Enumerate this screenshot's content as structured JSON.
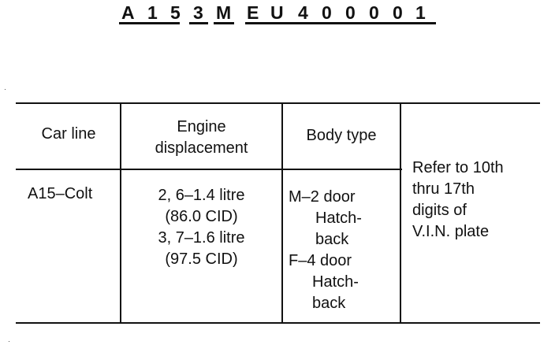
{
  "code": {
    "characters": [
      "A",
      "1",
      "5",
      "3",
      "M",
      "E",
      "U",
      "4",
      "0",
      "0",
      "0",
      "0",
      "1"
    ]
  },
  "table": {
    "headers": {
      "car_line": "Car line",
      "engine_line1": "Engine",
      "engine_line2": "displacement",
      "body_type": "Body type"
    },
    "row": {
      "car_line": "A15–Colt",
      "engine": [
        "2, 6–1.4 litre",
        "(86.0 CID)",
        "3, 7–1.6 litre",
        "(97.5 CID)"
      ],
      "body": [
        "M–2 door",
        "Hatch-",
        "back",
        "F–4 door",
        "Hatch-",
        "back"
      ]
    },
    "note": [
      "Refer to 10th",
      "thru 17th",
      "digits of",
      "V.I.N. plate"
    ]
  }
}
